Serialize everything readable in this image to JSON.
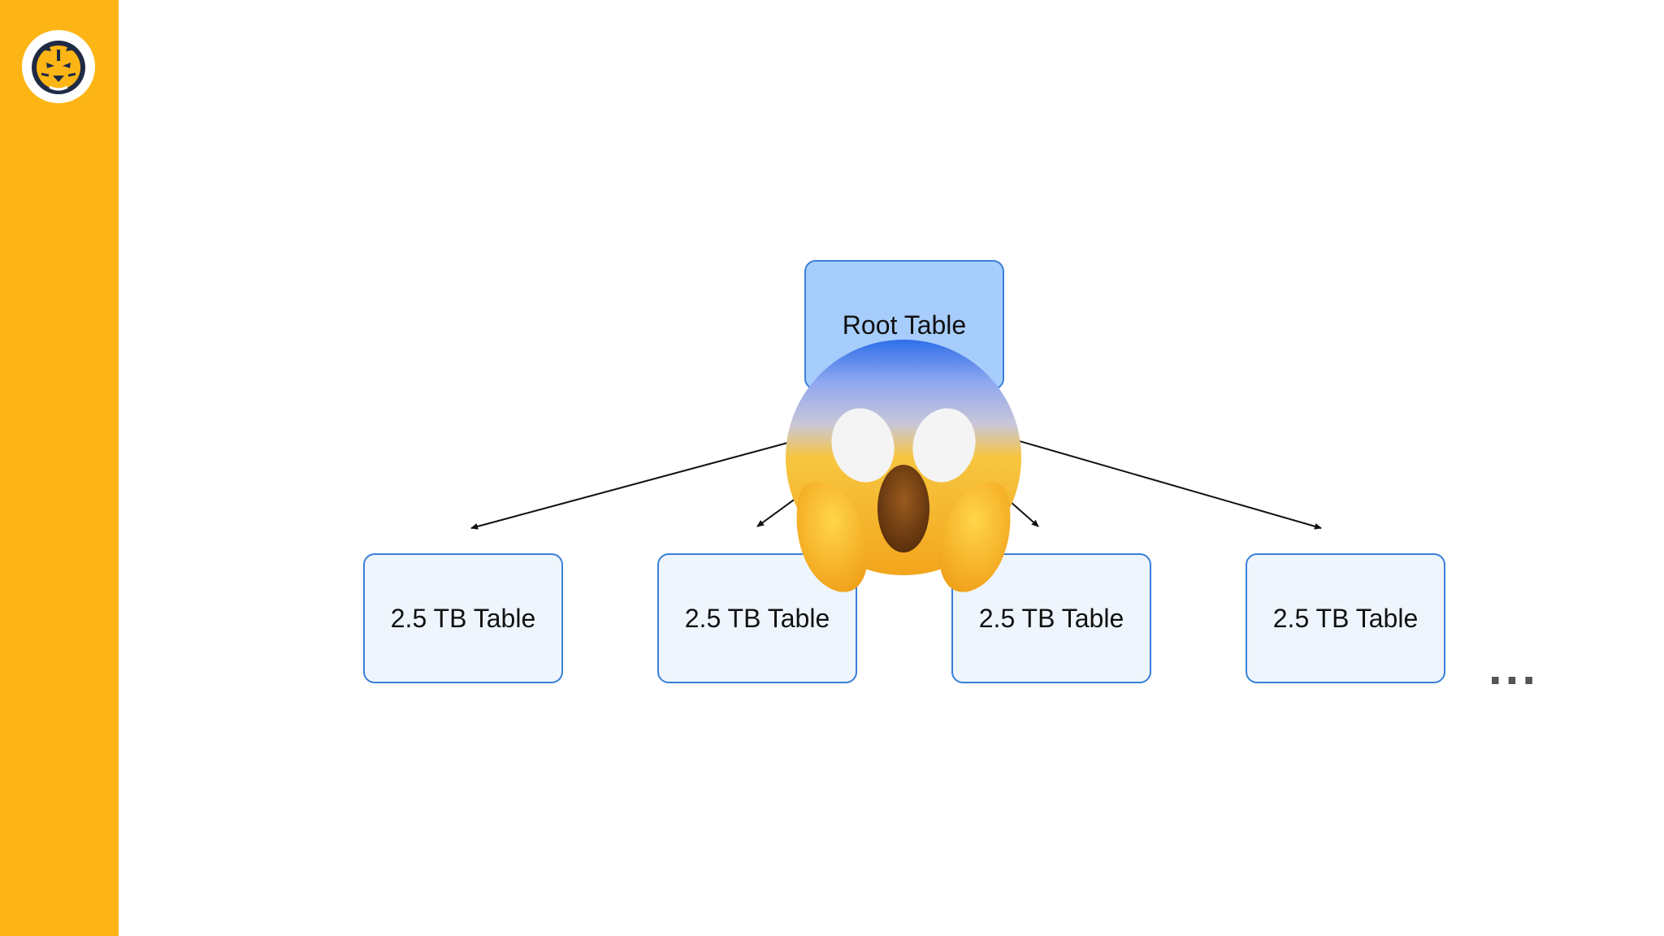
{
  "slide": {
    "accent_color": "#FDB515",
    "logo_icon": "tiger-logo-icon"
  },
  "diagram": {
    "root": {
      "label": "Root Table",
      "fill": "#a6cdfb"
    },
    "children": [
      {
        "label": "2.5 TB Table"
      },
      {
        "label": "2.5 TB Table"
      },
      {
        "label": "2.5 TB Table"
      },
      {
        "label": "2.5 TB Table"
      }
    ],
    "more": "...",
    "overlay_icon": "face-screaming-in-fear-emoji"
  }
}
